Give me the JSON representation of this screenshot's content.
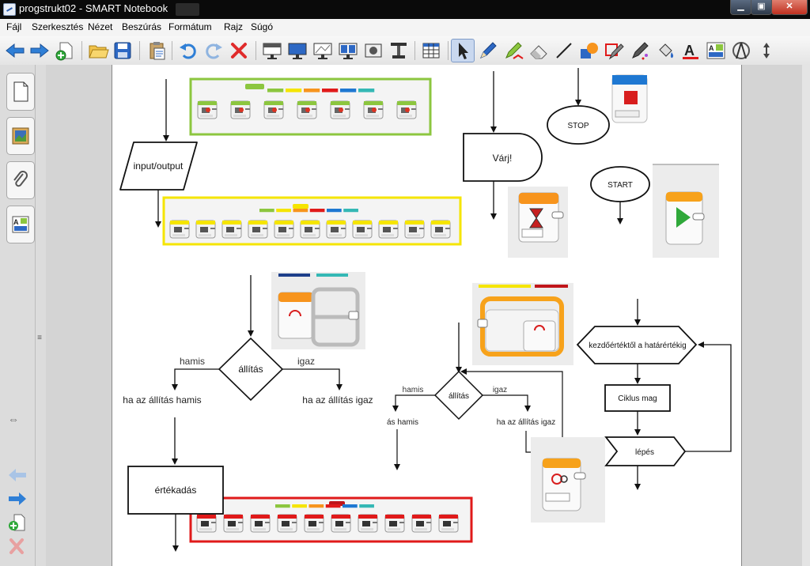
{
  "window": {
    "title": "progstrukt02 - SMART Notebook"
  },
  "menu": [
    "Fájl",
    "Szerkesztés",
    "Nézet",
    "Beszúrás",
    "Formátum",
    "Rajz",
    "Súgó"
  ],
  "toolbar_icons": [
    "back-arrow-icon",
    "forward-arrow-icon",
    "add-page-icon",
    "open-folder-icon",
    "save-icon",
    "paste-icon",
    "undo-icon",
    "redo-icon",
    "delete-icon",
    "screen-shade-icon",
    "full-screen-icon",
    "transparent-background-icon",
    "dual-page-icon",
    "capture-icon",
    "document-camera-icon",
    "table-icon",
    "select-icon",
    "pen-icon",
    "creative-pen-icon",
    "eraser-icon",
    "line-icon",
    "shapes-icon",
    "shape-pen-icon",
    "magic-pen-icon",
    "fill-icon",
    "text-icon",
    "properties-icon",
    "measurement-tools-icon",
    "toolbar-position-icon"
  ],
  "sidebar_tabs": [
    "page-sorter-icon",
    "gallery-icon",
    "attachments-icon",
    "properties-tab-icon"
  ],
  "flowchart": {
    "input_output": "input/output",
    "wait": "Várj!",
    "stop": "STOP",
    "start": "START",
    "condition_left": {
      "statement": "állítás",
      "false_label": "hamis",
      "true_label": "igaz",
      "false_branch": "ha az állítás hamis",
      "true_branch": "ha az állítás igaz"
    },
    "condition_mid": {
      "statement": "állítás",
      "false_label": "hamis",
      "true_label": "igaz",
      "false_branch": "ás hamis",
      "true_branch": "ha az állítás igaz"
    },
    "assignment": "értékadás",
    "loop": {
      "range": "kezdőértéktől a határértékig",
      "body": "Ciklus mag",
      "step": "lépés"
    }
  },
  "colors": {
    "palette_green": "#8cc63f",
    "palette_yellow": "#f5e500",
    "palette_red": "#e01a1a",
    "palette_orange": "#f7941d",
    "palette_blue": "#1e78d2",
    "palette_teal": "#35b8b5",
    "ev3_orange": "#f7a21b"
  }
}
